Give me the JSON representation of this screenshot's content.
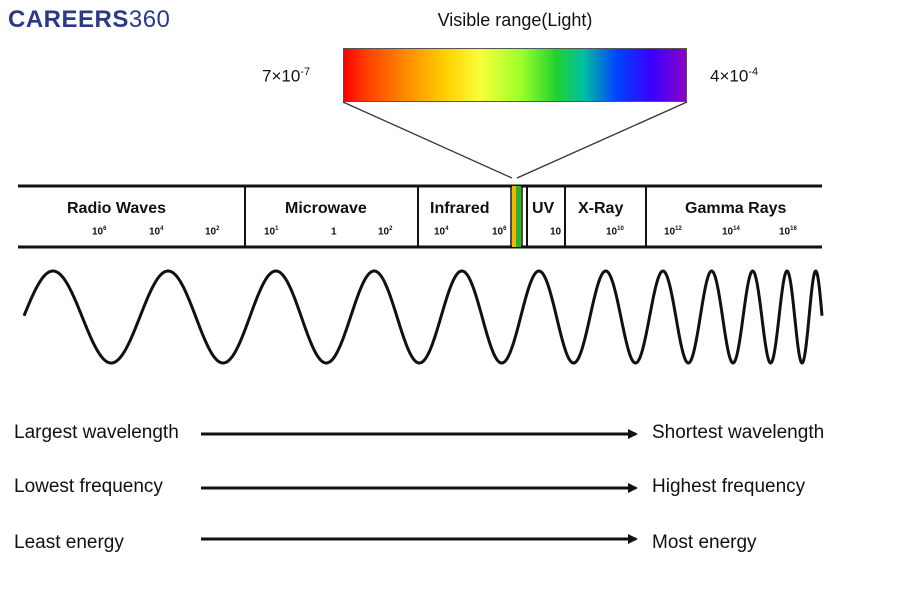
{
  "logo": {
    "bold": "CAREERS",
    "light": "360",
    "color": "#2a3a8a"
  },
  "visible": {
    "title": "Visible range(Light)",
    "left_base": "7×10",
    "left_exp": "-7",
    "right_base": "4×10",
    "right_exp": "-4"
  },
  "bands": [
    {
      "label": "Radio Waves"
    },
    {
      "label": "Microwave"
    },
    {
      "label": "Infrared"
    },
    {
      "label": "UV"
    },
    {
      "label": "X-Ray"
    },
    {
      "label": "Gamma Rays"
    }
  ],
  "ticks": [
    {
      "base": "10",
      "exp": "6"
    },
    {
      "base": "10",
      "exp": "4"
    },
    {
      "base": "10",
      "exp": "2"
    },
    {
      "base": "10",
      "exp": "1"
    },
    {
      "base": "1",
      "exp": ""
    },
    {
      "base": "10",
      "exp": "2"
    },
    {
      "base": "10",
      "exp": "4"
    },
    {
      "base": "10",
      "exp": "6"
    },
    {
      "base": "10",
      "exp": ""
    },
    {
      "base": "10",
      "exp": "10"
    },
    {
      "base": "10",
      "exp": "12"
    },
    {
      "base": "10",
      "exp": "14"
    },
    {
      "base": "10",
      "exp": "16"
    }
  ],
  "arrows": [
    {
      "left": "Largest wavelength",
      "right": "Shortest wavelength"
    },
    {
      "left": "Lowest frequency",
      "right": "Highest frequency"
    },
    {
      "left": "Least energy",
      "right": "Most energy"
    }
  ]
}
